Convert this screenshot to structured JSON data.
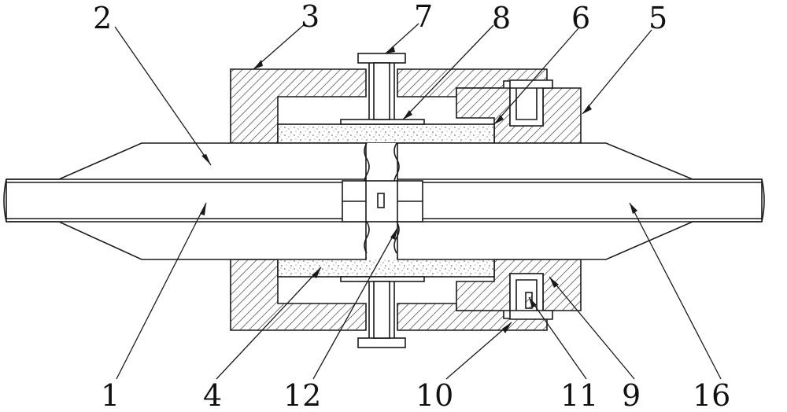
{
  "diagram": {
    "labels": {
      "l1": "1",
      "l2": "2",
      "l3": "3",
      "l4": "4",
      "l5": "5",
      "l6": "6",
      "l7": "7",
      "l8": "8",
      "l9": "9",
      "l10": "10",
      "l11": "11",
      "l12": "12",
      "l16": "16"
    },
    "colors": {
      "stroke": "#1a1a1a",
      "hatch": "#333333",
      "background": "#ffffff",
      "speckle": "#555555"
    }
  }
}
